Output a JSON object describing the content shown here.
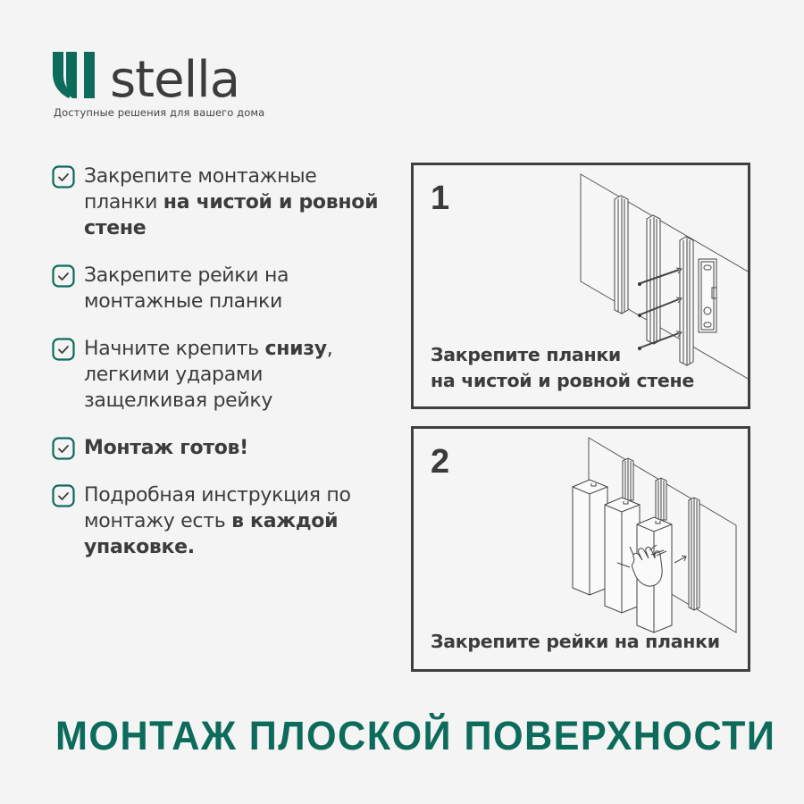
{
  "brand": {
    "name": "stella",
    "tagline": "Доступные решения для вашего дома",
    "logo_icon": "stella-stripes-logo",
    "accent_color": "#0d6b5c",
    "text_color": "#3c3c3e",
    "background_color": "#f4f4f4"
  },
  "steps": [
    {
      "icon": "check-square-icon",
      "parts": [
        {
          "text": "Закрепите монтажные планки ",
          "bold": false
        },
        {
          "text": "на чистой и ровной стене",
          "bold": true
        }
      ]
    },
    {
      "icon": "check-square-icon",
      "parts": [
        {
          "text": "Закрепите рейки на монтажные планки",
          "bold": false
        }
      ]
    },
    {
      "icon": "check-square-icon",
      "parts": [
        {
          "text": "Начните крепить ",
          "bold": false
        },
        {
          "text": "снизу",
          "bold": true
        },
        {
          "text": ", легкими ударами защелкивая рейку",
          "bold": false
        }
      ]
    },
    {
      "icon": "check-square-icon",
      "parts": [
        {
          "text": "Монтаж готов!",
          "bold": true
        }
      ]
    },
    {
      "icon": "check-square-icon",
      "parts": [
        {
          "text": "Подробная инструкция по монтажу есть ",
          "bold": false
        },
        {
          "text": "в каждой упаковке.",
          "bold": true
        }
      ]
    }
  ],
  "panels": [
    {
      "number": "1",
      "caption_line1": "Закрепите планки",
      "caption_line2": "на чистой и ровной стене",
      "illustration": "wall-mounting-strips-screws-level"
    },
    {
      "number": "2",
      "caption_line1": "Закрепите рейки на планки",
      "illustration": "slats-snapped-onto-strips-by-hand"
    }
  ],
  "headline": "МОНТАЖ ПЛОСКОЙ ПОВЕРХНОСТИ"
}
